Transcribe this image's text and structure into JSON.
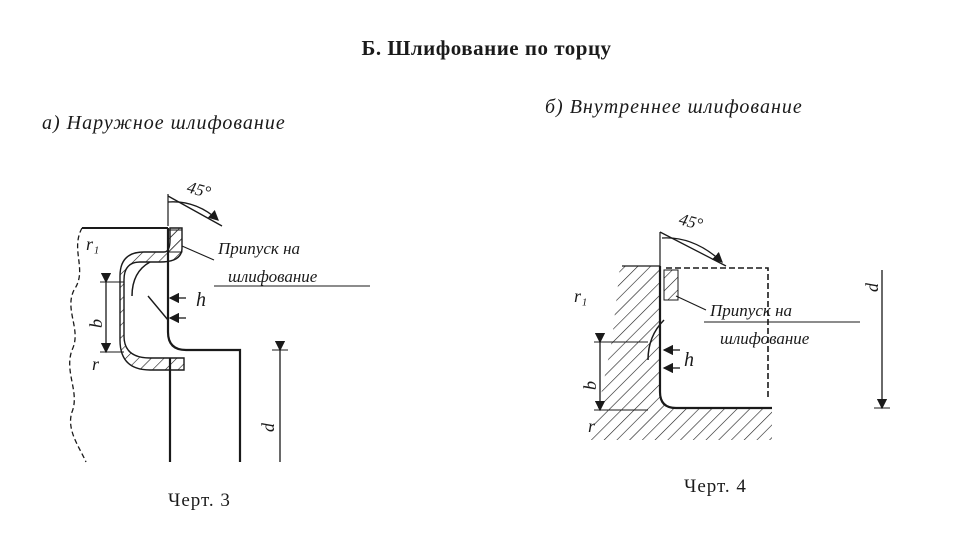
{
  "section_title": "Б. Шлифование по торцу",
  "figure_a": {
    "subtitle": "а) Наружное шлифование",
    "caption": "Черт. 3",
    "angle_label": "45°",
    "allowance_label_line1": "Припуск на",
    "allowance_label_line2": "шлифование",
    "label_r1": "r₁",
    "label_h": "h",
    "label_b": "b",
    "label_r": "r",
    "label_d": "d"
  },
  "figure_b": {
    "subtitle": "б) Внутреннее шлифование",
    "caption": "Черт. 4",
    "angle_label": "45°",
    "allowance_label_line1": "Припуск на",
    "allowance_label_line2": "шлифование",
    "label_r1": "r₁",
    "label_h": "h",
    "label_b": "b",
    "label_r": "r",
    "label_d": "d"
  },
  "colors": {
    "ink": "#1a1a1a",
    "paper": "#ffffff"
  }
}
